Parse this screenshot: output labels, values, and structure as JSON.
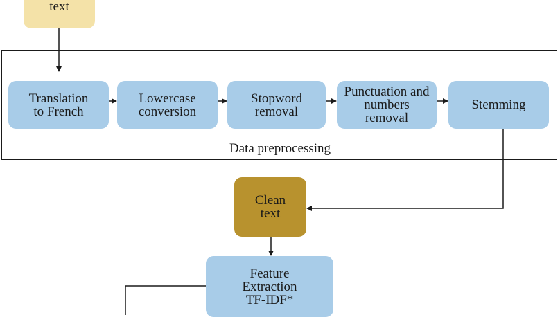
{
  "diagram": {
    "group_label": "Data preprocessing",
    "nodes": {
      "input_text": {
        "lines": [
          "text"
        ]
      },
      "translation": {
        "lines": [
          "Translation",
          "to French"
        ]
      },
      "lowercase": {
        "lines": [
          "Lowercase",
          "conversion"
        ]
      },
      "stopword": {
        "lines": [
          "Stopword",
          "removal"
        ]
      },
      "punctuation": {
        "lines": [
          "Punctuation and",
          "numbers",
          "removal"
        ]
      },
      "stemming": {
        "lines": [
          "Stemming"
        ]
      },
      "clean_text": {
        "lines": [
          "Clean",
          "text"
        ]
      },
      "feature_extraction": {
        "lines": [
          "Feature",
          "Extraction",
          "TF-IDF*"
        ]
      }
    },
    "colors": {
      "process_fill": "#a8cce8",
      "input_fill": "#f4e2a8",
      "clean_fill": "#b8922e",
      "stroke": "#1a1a1a"
    }
  }
}
